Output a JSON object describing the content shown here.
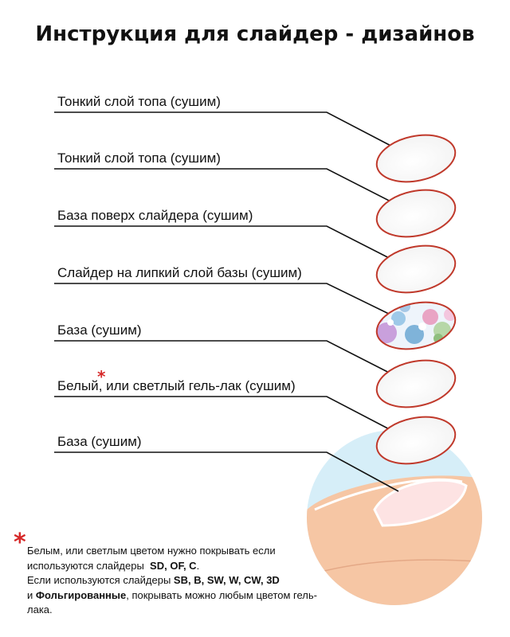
{
  "title": "Инструкция для слайдер - дизайнов",
  "steps": [
    {
      "label": "Тонкий слой топа (сушим)"
    },
    {
      "label": "Тонкий слой топа (сушим)"
    },
    {
      "label": "База поверх слайдера (сушим)"
    },
    {
      "label": "Слайдер на липкий слой базы (сушим)"
    },
    {
      "label": "База (сушим)"
    },
    {
      "label_part1": "Белый",
      "label_part2": ", или светлый гель-лак (сушим)"
    },
    {
      "label": "База (сушим)"
    }
  ],
  "asterisk": "*",
  "note": {
    "line1": "Белым, или светлым цветом нужно покрывать если используются слайдеры",
    "bold1": "SD, OF, C",
    "line1_end": ".",
    "line2": "Если используются слайдеры",
    "bold2": "SB, B, SW, W, CW, 3D",
    "line3_start": "и",
    "bold3": "Фольгированные",
    "line3": ", покрывать можно любым цветом гель-лака."
  },
  "colors": {
    "nail_outline": "#c0392b",
    "asterisk": "#d62828",
    "circle_bg": "#d6eef8",
    "finger": "#f6c6a4"
  },
  "icons": [
    "nail-layer-icon",
    "floral-slider-icon",
    "finger-illustration"
  ]
}
